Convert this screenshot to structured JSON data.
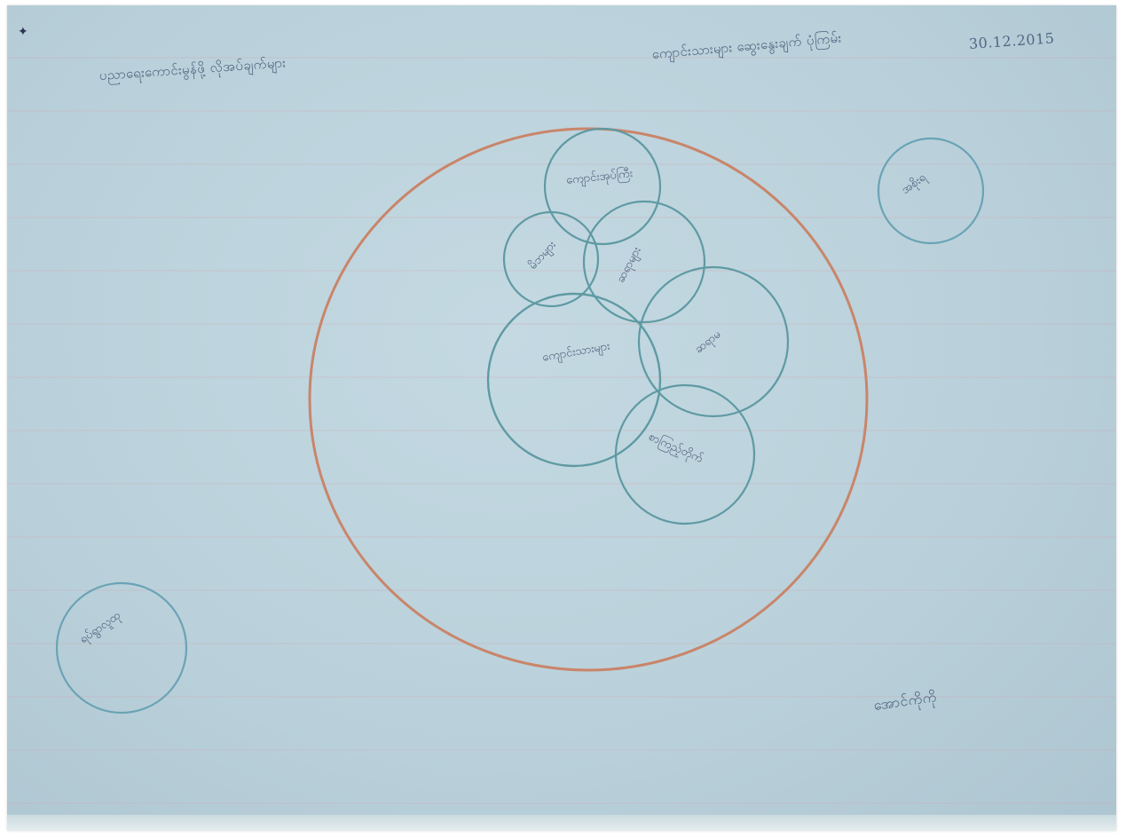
{
  "header": {
    "left_heading": "ပညာရေးကောင်းမွန်ဖို့ လိုအပ်ချက်များ",
    "right_heading": "ကျောင်းသားများ ဆွေးနွေးချက် ပုံကြမ်း",
    "date": "30.12.2015"
  },
  "diagram": {
    "stroke_colors": {
      "outer": "#c9856a",
      "inner": "#5f9aa3",
      "outside": "#6aa3b5"
    },
    "outer_circle": {
      "label": ""
    },
    "inner_circles": [
      {
        "label": "ကျောင်းအုပ်ကြီး"
      },
      {
        "label": "မိဘများ"
      },
      {
        "label": "ဆရာများ"
      },
      {
        "label": "ကျောင်းသားများ"
      },
      {
        "label": "ဆရာမ"
      },
      {
        "label": "စာကြည့်တိုက်"
      }
    ],
    "outside_circles": [
      {
        "label": "အစိုးရ"
      },
      {
        "label": "ရပ်ရွာလူထု"
      }
    ]
  },
  "footer": {
    "signature": "အောင်ကိုကို"
  }
}
